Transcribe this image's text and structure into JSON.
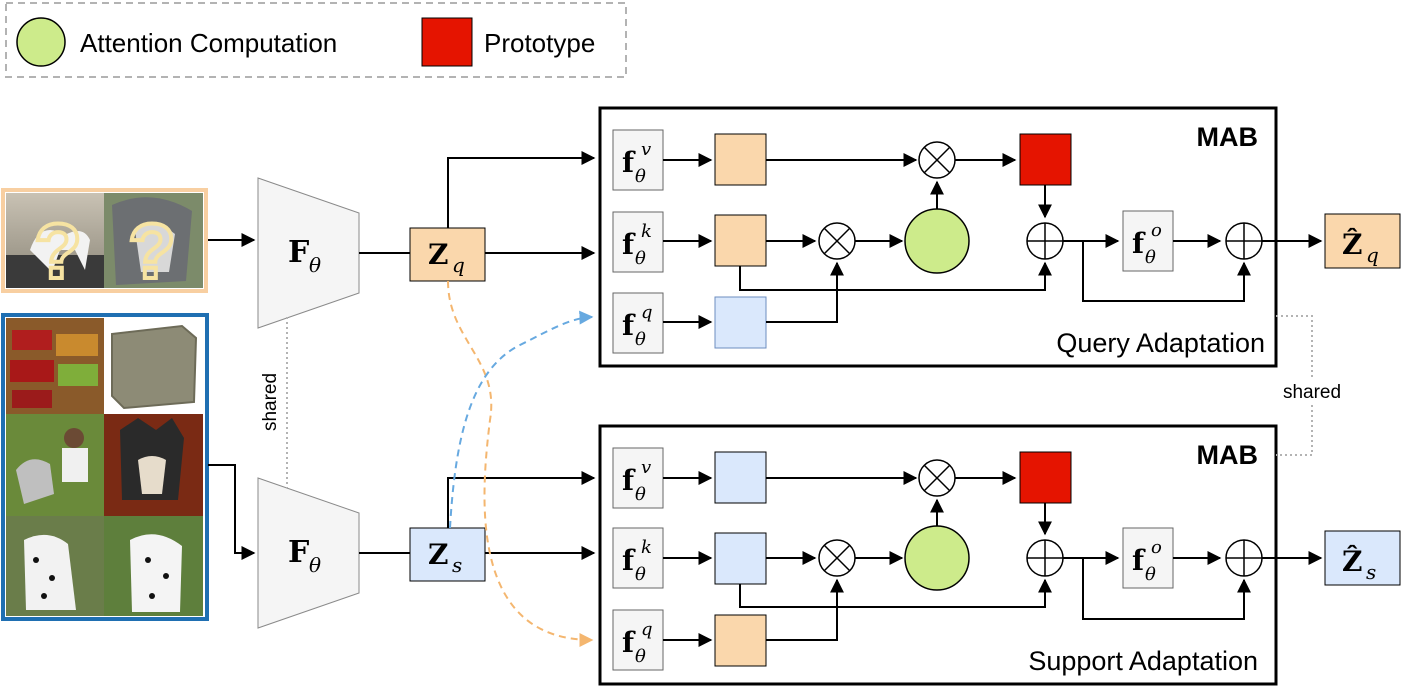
{
  "legend": {
    "attention_label": "Attention Computation",
    "prototype_label": "Prototype"
  },
  "colors": {
    "query": "#fad7ac",
    "support": "#dae8fc",
    "attention": "#cdeb8b",
    "prototype": "#e51400",
    "encoder": "#f5f5f5",
    "query_image_border": "#f8cfa1",
    "support_image_border": "#1f6fb2",
    "query_route": "#f4b66f",
    "support_route": "#67a9e0",
    "shared_link": "#b3b3b3"
  },
  "encoder": {
    "main": "F",
    "subscript": "θ"
  },
  "shared_label": "shared",
  "features": {
    "query_main": "Z",
    "query_sub": "q",
    "support_main": "Z",
    "support_sub": "s"
  },
  "projections": {
    "main": "f",
    "base_sub": "θ",
    "value_sup": "v",
    "key_sup": "k",
    "query_sup": "q",
    "output_sup": "o"
  },
  "blocks": {
    "top_title": "MAB",
    "top_caption": "Query Adaptation",
    "bottom_title": "MAB",
    "bottom_caption": "Support Adaptation"
  },
  "operators": {
    "multiply": "⊗",
    "add": "⊕"
  },
  "outputs": {
    "query_main": "Ẑ",
    "query_sub": "q",
    "support_main": "Ẑ",
    "support_sub": "s"
  },
  "images": {
    "query_marks": [
      "?",
      "?"
    ]
  }
}
